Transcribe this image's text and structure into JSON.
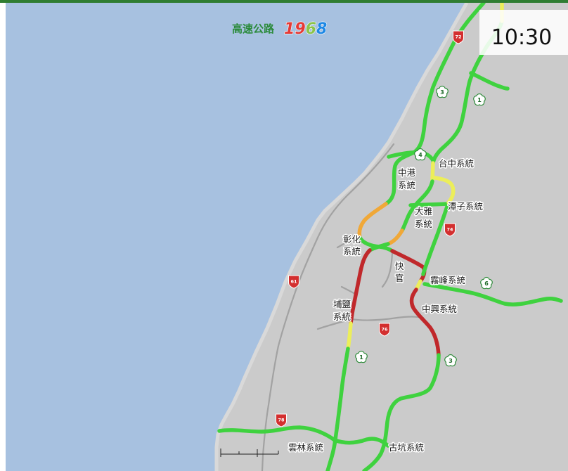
{
  "header": {
    "logo_text": "高速公路",
    "logo_number": "1968",
    "logo_digit_colors": [
      "#e53935",
      "#e53935",
      "#8bc34a",
      "#1e88e5"
    ],
    "top_bar_color": "#2f7d32"
  },
  "clock": {
    "time": "10:30"
  },
  "map": {
    "sea_color": "#a7c1e0",
    "land_color": "#cbcbcb",
    "coast_band_color": "#d9d9d9",
    "minor_road_color": "#a2a2a2",
    "shield_colors": {
      "freeway_outline": "#2e8b3a",
      "expressway_fill": "#d32f2f"
    },
    "interchanges": [
      {
        "lines": [
          "台中系統"
        ]
      },
      {
        "lines": [
          "中港",
          "系統"
        ]
      },
      {
        "lines": [
          "潭子系統"
        ]
      },
      {
        "lines": [
          "大雅",
          "系統"
        ]
      },
      {
        "lines": [
          "彰化",
          "系統"
        ]
      },
      {
        "lines": [
          "快",
          "官"
        ]
      },
      {
        "lines": [
          "霧峰系統"
        ]
      },
      {
        "lines": [
          "中興系統"
        ]
      },
      {
        "lines": [
          "埔鹽",
          "系統"
        ]
      },
      {
        "lines": [
          "雲林系統"
        ]
      },
      {
        "lines": [
          "古坑系統"
        ]
      }
    ],
    "shields": [
      {
        "icon": "freeway-shield-icon",
        "number": "3"
      },
      {
        "icon": "freeway-shield-icon",
        "number": "1"
      },
      {
        "icon": "freeway-shield-icon",
        "number": "4"
      },
      {
        "icon": "freeway-shield-icon",
        "number": "6"
      },
      {
        "icon": "freeway-shield-icon",
        "number": "1"
      },
      {
        "icon": "freeway-shield-icon",
        "number": "3"
      },
      {
        "icon": "expressway-shield-icon",
        "number": "72"
      },
      {
        "icon": "expressway-shield-icon",
        "number": "74"
      },
      {
        "icon": "expressway-shield-icon",
        "number": "61"
      },
      {
        "icon": "expressway-shield-icon",
        "number": "76"
      },
      {
        "icon": "expressway-shield-icon",
        "number": "78"
      }
    ],
    "road_colors": {
      "freeway-3-north-segment": "#3fd23f",
      "freeway-3-changhua-approach-segment": "#f0a838",
      "freeway-3-changhua-segment": "#3fd23f",
      "freeway-3-kuaiguan-wufeng-segment": "#c0282b",
      "freeway-3-wufeng-segment": "#ecee5a",
      "freeway-3-wufeng-zhongxing-segment": "#c0282b",
      "freeway-3-south-segment": "#3fd23f",
      "freeway-1-top-segment": "#ecee5a",
      "freeway-1-north-segment": "#3fd23f",
      "freeway-1-taichung-segment": "#ecee5a",
      "freeway-1-daya-segment": "#3fd23f",
      "freeway-1-daya-changhua-segment": "#f0a838",
      "freeway-1-changhua-segment": "#3fd23f",
      "freeway-1-changhua-puyan-segment": "#c0282b",
      "freeway-1-puyan-segment": "#ecee5a",
      "freeway-1-south-segment": "#3fd23f",
      "freeway-1-east-branch-segment": "#3fd23f",
      "freeway-4-segment": "#3fd23f",
      "route-74-loop-segment": "#ecee5a",
      "route-74-daya-tanzi-segment": "#3fd23f",
      "route-74-tanzi-wufeng-segment": "#3fd23f",
      "freeway-6-segment": "#3fd23f",
      "route-78-segment": "#3fd23f"
    }
  }
}
